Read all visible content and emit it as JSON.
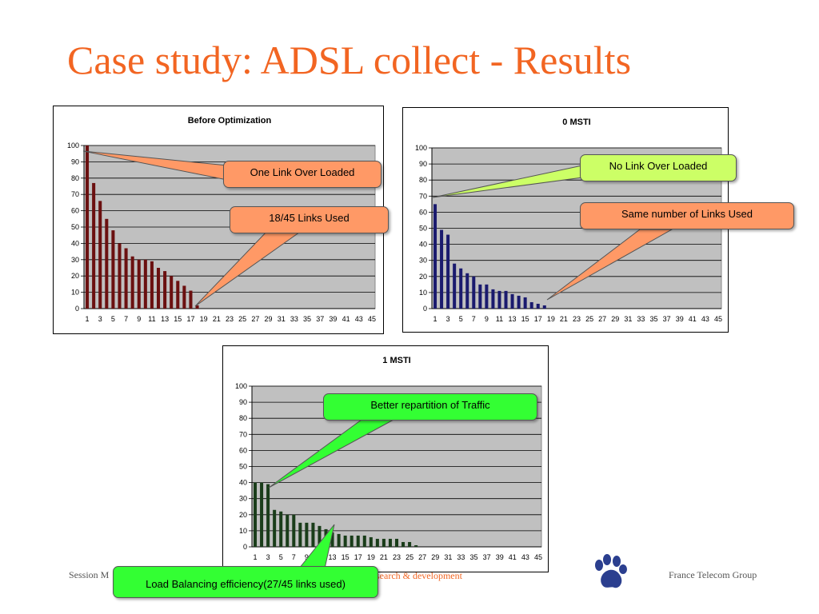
{
  "slide": {
    "title": "Case study: ADSL collect - Results"
  },
  "colors": {
    "title": "#f26522",
    "plot_bg": "#c0c0c0",
    "callout_orange": "#ff9966",
    "callout_lime": "#ccff66",
    "callout_green": "#33ff33",
    "paw": "#2b3f8f"
  },
  "chart_data": [
    {
      "id": "before",
      "type": "bar",
      "title": "Before Optimization",
      "color": "#6b1010",
      "x": [
        1,
        2,
        3,
        4,
        5,
        6,
        7,
        8,
        9,
        10,
        11,
        12,
        13,
        14,
        15,
        16,
        17,
        18,
        19,
        20,
        21,
        22,
        23,
        24,
        25,
        26,
        27,
        28,
        29,
        30,
        31,
        32,
        33,
        34,
        35,
        36,
        37,
        38,
        39,
        40,
        41,
        42,
        43,
        44,
        45
      ],
      "x_tick_labels": [
        "1",
        "3",
        "5",
        "7",
        "9",
        "11",
        "13",
        "15",
        "17",
        "19",
        "21",
        "23",
        "25",
        "27",
        "29",
        "31",
        "33",
        "35",
        "37",
        "39",
        "41",
        "43",
        "45"
      ],
      "values": [
        100,
        77,
        66,
        55,
        48,
        40,
        37,
        32,
        30,
        30,
        29,
        25,
        23,
        20,
        17,
        14,
        11,
        2,
        0,
        0,
        0,
        0,
        0,
        0,
        0,
        0,
        0,
        0,
        0,
        0,
        0,
        0,
        0,
        0,
        0,
        0,
        0,
        0,
        0,
        0,
        0,
        0,
        0,
        0,
        0
      ],
      "ylim": [
        0,
        100
      ],
      "y_ticks": [
        0,
        10,
        20,
        30,
        40,
        50,
        60,
        70,
        80,
        90,
        100
      ],
      "grid": true
    },
    {
      "id": "msti0",
      "type": "bar",
      "title": "0 MSTI",
      "color": "#1a1a6e",
      "x": [
        1,
        2,
        3,
        4,
        5,
        6,
        7,
        8,
        9,
        10,
        11,
        12,
        13,
        14,
        15,
        16,
        17,
        18,
        19,
        20,
        21,
        22,
        23,
        24,
        25,
        26,
        27,
        28,
        29,
        30,
        31,
        32,
        33,
        34,
        35,
        36,
        37,
        38,
        39,
        40,
        41,
        42,
        43,
        44,
        45
      ],
      "x_tick_labels": [
        "1",
        "3",
        "5",
        "7",
        "9",
        "11",
        "13",
        "15",
        "17",
        "19",
        "21",
        "23",
        "25",
        "27",
        "29",
        "31",
        "33",
        "35",
        "37",
        "39",
        "41",
        "43",
        "45"
      ],
      "values": [
        65,
        49,
        46,
        28,
        25,
        22,
        20,
        15,
        15,
        12,
        11,
        11,
        9,
        8,
        7,
        4,
        3,
        2,
        0,
        0,
        0,
        0,
        0,
        0,
        0,
        0,
        0,
        0,
        0,
        0,
        0,
        0,
        0,
        0,
        0,
        0,
        0,
        0,
        0,
        0,
        0,
        0,
        0,
        0,
        0
      ],
      "ylim": [
        0,
        100
      ],
      "y_ticks": [
        0,
        10,
        20,
        30,
        40,
        50,
        60,
        70,
        80,
        90,
        100
      ],
      "grid": true
    },
    {
      "id": "msti1",
      "type": "bar",
      "title": "1 MSTI",
      "color": "#1a3d1a",
      "x": [
        1,
        2,
        3,
        4,
        5,
        6,
        7,
        8,
        9,
        10,
        11,
        12,
        13,
        14,
        15,
        16,
        17,
        18,
        19,
        20,
        21,
        22,
        23,
        24,
        25,
        26,
        27,
        28,
        29,
        30,
        31,
        32,
        33,
        34,
        35,
        36,
        37,
        38,
        39,
        40,
        41,
        42,
        43,
        44,
        45
      ],
      "x_tick_labels": [
        "1",
        "3",
        "5",
        "7",
        "9",
        "11",
        "13",
        "15",
        "17",
        "19",
        "21",
        "23",
        "25",
        "27",
        "29",
        "31",
        "33",
        "35",
        "37",
        "39",
        "41",
        "43",
        "45"
      ],
      "values": [
        40,
        40,
        39,
        23,
        22,
        20,
        20,
        15,
        15,
        15,
        13,
        11,
        9,
        8,
        7,
        7,
        7,
        7,
        6,
        5,
        5,
        5,
        5,
        3,
        3,
        1,
        0,
        0,
        0,
        0,
        0,
        0,
        0,
        0,
        0,
        0,
        0,
        0,
        0,
        0,
        0,
        0,
        0,
        0,
        0
      ],
      "ylim": [
        0,
        100
      ],
      "y_ticks": [
        0,
        10,
        20,
        30,
        40,
        50,
        60,
        70,
        80,
        90,
        100
      ],
      "grid": true
    }
  ],
  "callouts": {
    "one_link": "One Link Over Loaded",
    "links_used": "18/45 Links Used",
    "no_link": "No Link Over Loaded",
    "same_number": "Same number of Links Used",
    "better": "Better repartition of Traffic",
    "load_balancing": "Load Balancing efficiency(27/45  links used)"
  },
  "footer": {
    "session": "Session M",
    "research": "search & development",
    "company": "France Telecom Group"
  }
}
